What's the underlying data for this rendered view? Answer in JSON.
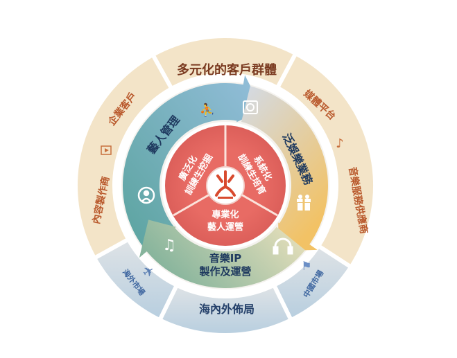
{
  "outer_ring": {
    "top": "多元化的客戶群體",
    "media_platform": "媒體平台",
    "music_service": "音樂服務供應商",
    "enterprise": "企業客戶",
    "content_producer": "內容製作商",
    "overseas": "海外市場",
    "china": "中國市場",
    "bottom": "海內外佈局"
  },
  "middle_ring": {
    "artist_management": "藝人管理",
    "pan_entertainment": "泛娛樂業務",
    "music_ip_line1": "音樂IP",
    "music_ip_line2": "製作及運營"
  },
  "inner_circle": {
    "left_line1": "廣泛化",
    "left_line2": "訓練生挖掘",
    "right_line1": "系統化",
    "right_line2": "訓練生培育",
    "bottom_line1": "專業化",
    "bottom_line2": "藝人運營"
  },
  "icons": [
    "dancers-icon",
    "vinyl-disc-icon",
    "gift-icon",
    "headphones-icon",
    "treble-clef-icon",
    "people-cycle-icon",
    "airplane-icon",
    "flag-icon",
    "play-icon",
    "music-note-icon"
  ],
  "colors": {
    "beige": "#f3e4c8",
    "blue_segment": "#c3d5e2",
    "brown_text": "#7a3a20",
    "orange_text": "#b9592c",
    "navy_text": "#24406a",
    "blue_text": "#3f67a0",
    "red": "#e46a62",
    "teal": "#5ea6a3",
    "sky": "#8cbad8",
    "yellow": "#f1c26a"
  }
}
